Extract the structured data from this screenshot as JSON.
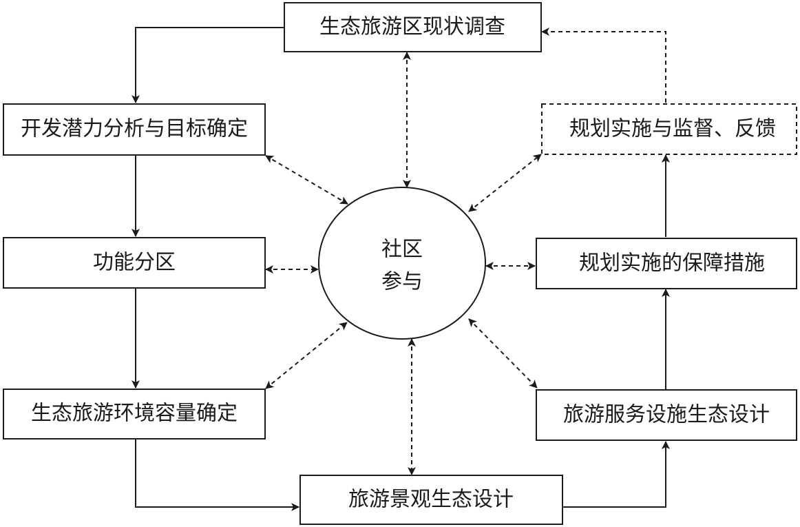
{
  "diagram": {
    "center": {
      "line1": "社区",
      "line2": "参与"
    },
    "nodes": {
      "survey": "生态旅游区现状调查",
      "potential": "开发潜力分析与目标确定",
      "zoning": "功能分区",
      "capacity": "生态旅游环境容量确定",
      "landscape": "旅游景观生态设计",
      "facilities": "旅游服务设施生态设计",
      "safeguard": "规划实施的保障措施",
      "monitoring": "规划实施与监督、反馈"
    }
  }
}
